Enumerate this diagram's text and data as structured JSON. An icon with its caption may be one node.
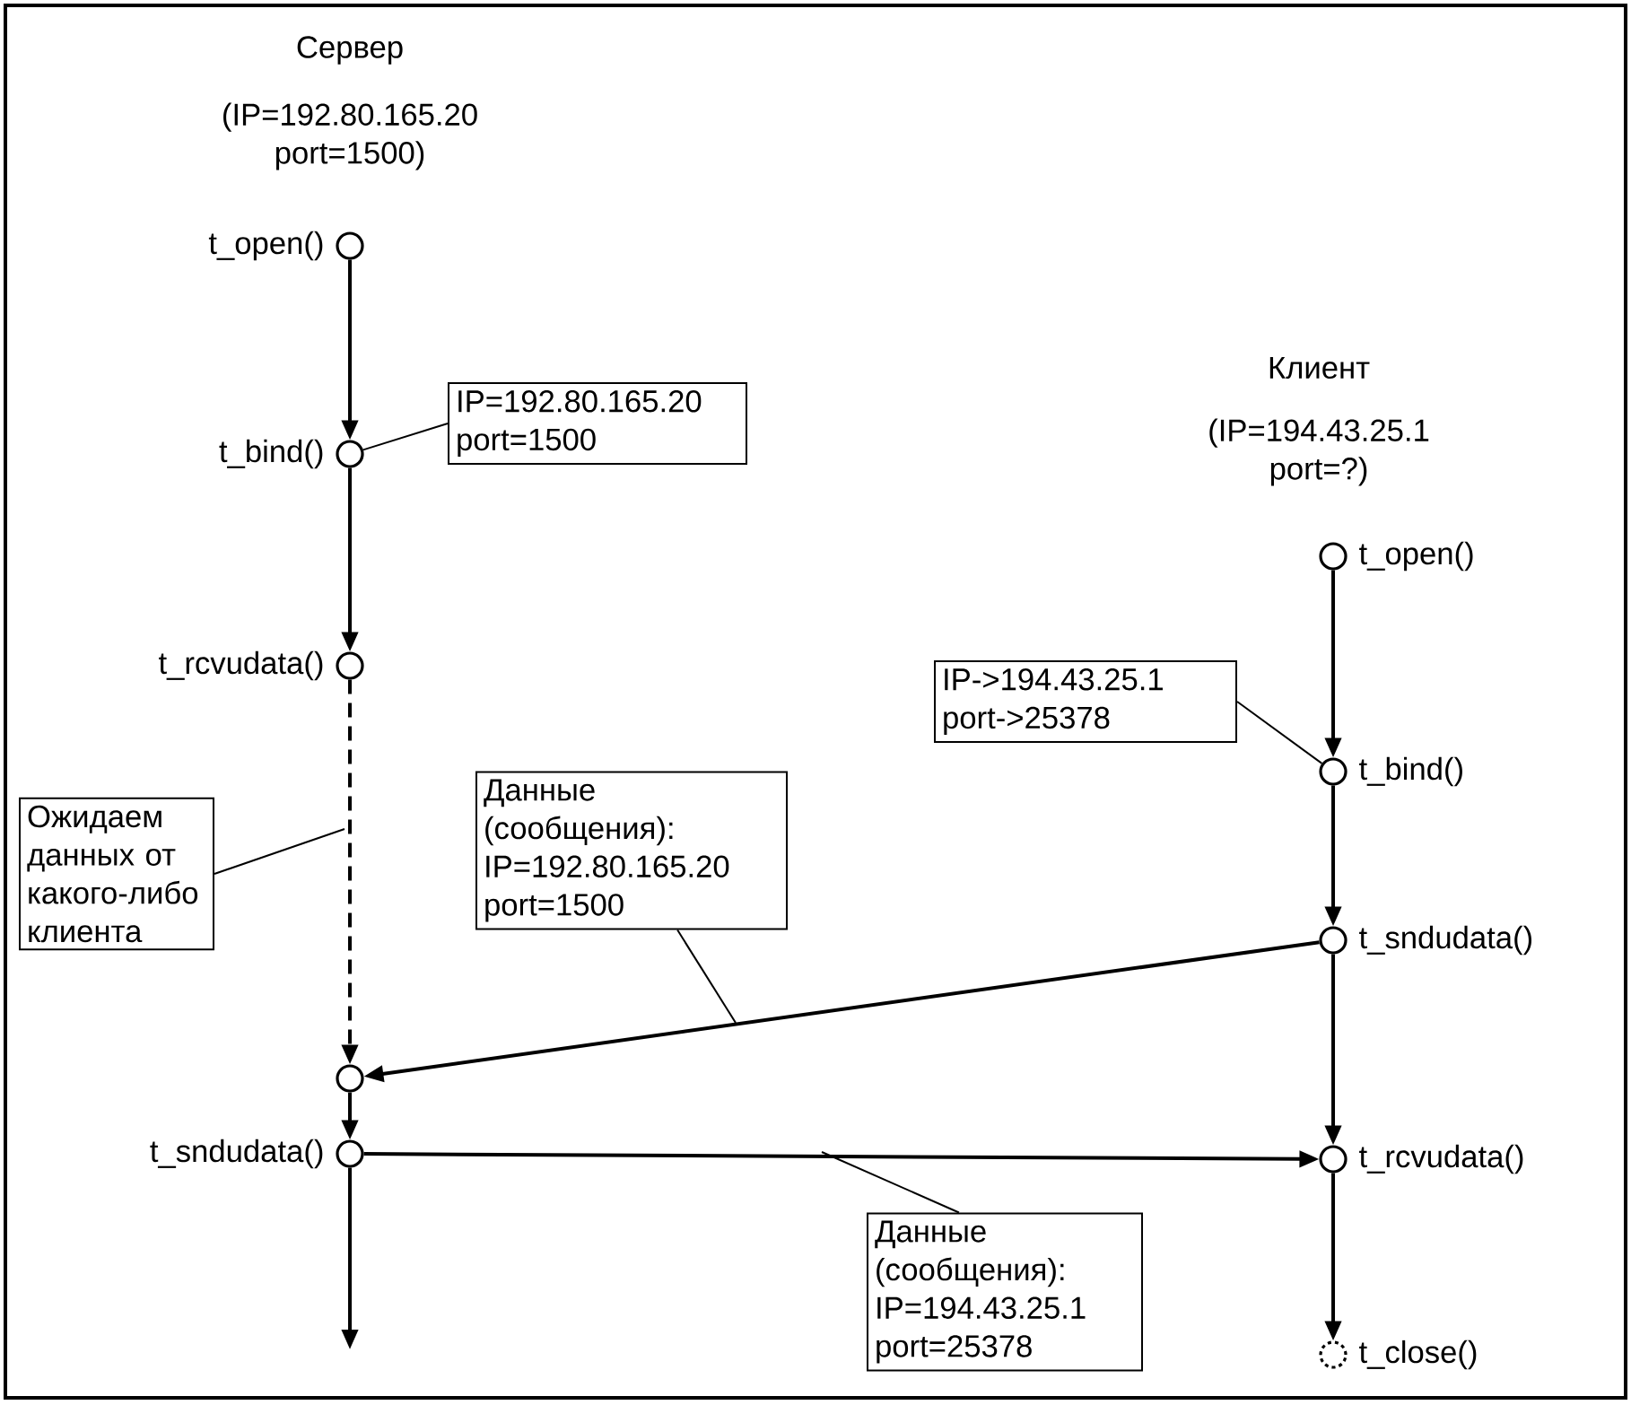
{
  "diagram": {
    "nodes": [
      {
        "text": [],
        "shape": "circle",
        "beside": [
          "t_open()"
        ]
      },
      {
        "text": [],
        "shape": "circle",
        "beside": [
          "t_bind()"
        ]
      },
      {
        "text": [],
        "shape": "circle",
        "beside": [
          "t_rcvudata()"
        ]
      },
      {
        "text": [],
        "shape": "circle"
      },
      {
        "text": [],
        "shape": "circle",
        "beside": [
          "t_sndudata()"
        ]
      },
      {
        "text": [],
        "shape": "circle",
        "beside": [
          "t_open()"
        ]
      },
      {
        "text": [],
        "shape": "circle",
        "beside": [
          "t_bind()"
        ]
      },
      {
        "text": [],
        "shape": "circle",
        "beside": [
          "t_sndudata()"
        ]
      },
      {
        "text": [],
        "shape": "circle",
        "beside": [
          "t_rcvudata()"
        ]
      },
      {
        "text": [],
        "shape": "circle",
        "beside": [
          "t_close()"
        ]
      },
      {
        "text": [
          "IP=192.80.165.20 port=1500"
        ]
      },
      {
        "text": [
          "IP->194.43.25.1 port->25378"
        ]
      },
      {
        "text": [
          "Ожидаем данных от какого-либо клиента"
        ]
      },
      {
        "text": [
          "Данные (сообщения): IP=192.80.165.20 port=1500"
        ]
      },
      {
        "text": [
          "Данные (сообщения): IP=194.43.25.1 port=25378"
        ]
      }
    ],
    "edges": [
      {
        "from": 0,
        "to": 1,
        "arrow": "to"
      },
      {
        "from": 1,
        "to": 2,
        "arrow": "to"
      },
      {
        "from": 2,
        "to": 3,
        "arrow": "to",
        "style": "dashed"
      },
      {
        "from": 3,
        "to": 4,
        "arrow": "to"
      },
      {
        "from": 4,
        "to": null,
        "arrow": "to"
      },
      {
        "from": 5,
        "to": 6,
        "arrow": "to"
      },
      {
        "from": 6,
        "to": 7,
        "arrow": "to"
      },
      {
        "from": 7,
        "to": 8,
        "arrow": "to"
      },
      {
        "from": 8,
        "to": 9,
        "arrow": "to"
      },
      {
        "from": 7,
        "to": 3,
        "arrow": "to"
      },
      {
        "from": 4,
        "to": 8,
        "arrow": "to"
      },
      {
        "from": 10,
        "to": 1,
        "arrow": "none"
      },
      {
        "from": 11,
        "to": 6,
        "arrow": "none"
      },
      {
        "from": 12,
        "to": null,
        "arrow": "none"
      },
      {
        "from": 13,
        "to": null,
        "arrow": "none"
      },
      {
        "from": 14,
        "to": null,
        "arrow": "none"
      }
    ],
    "labels": [
      "Сервер",
      "(IP=192.80.165.20 port=1500)",
      "Клиент",
      "(IP=194.43.25.1 port=?)"
    ]
  }
}
